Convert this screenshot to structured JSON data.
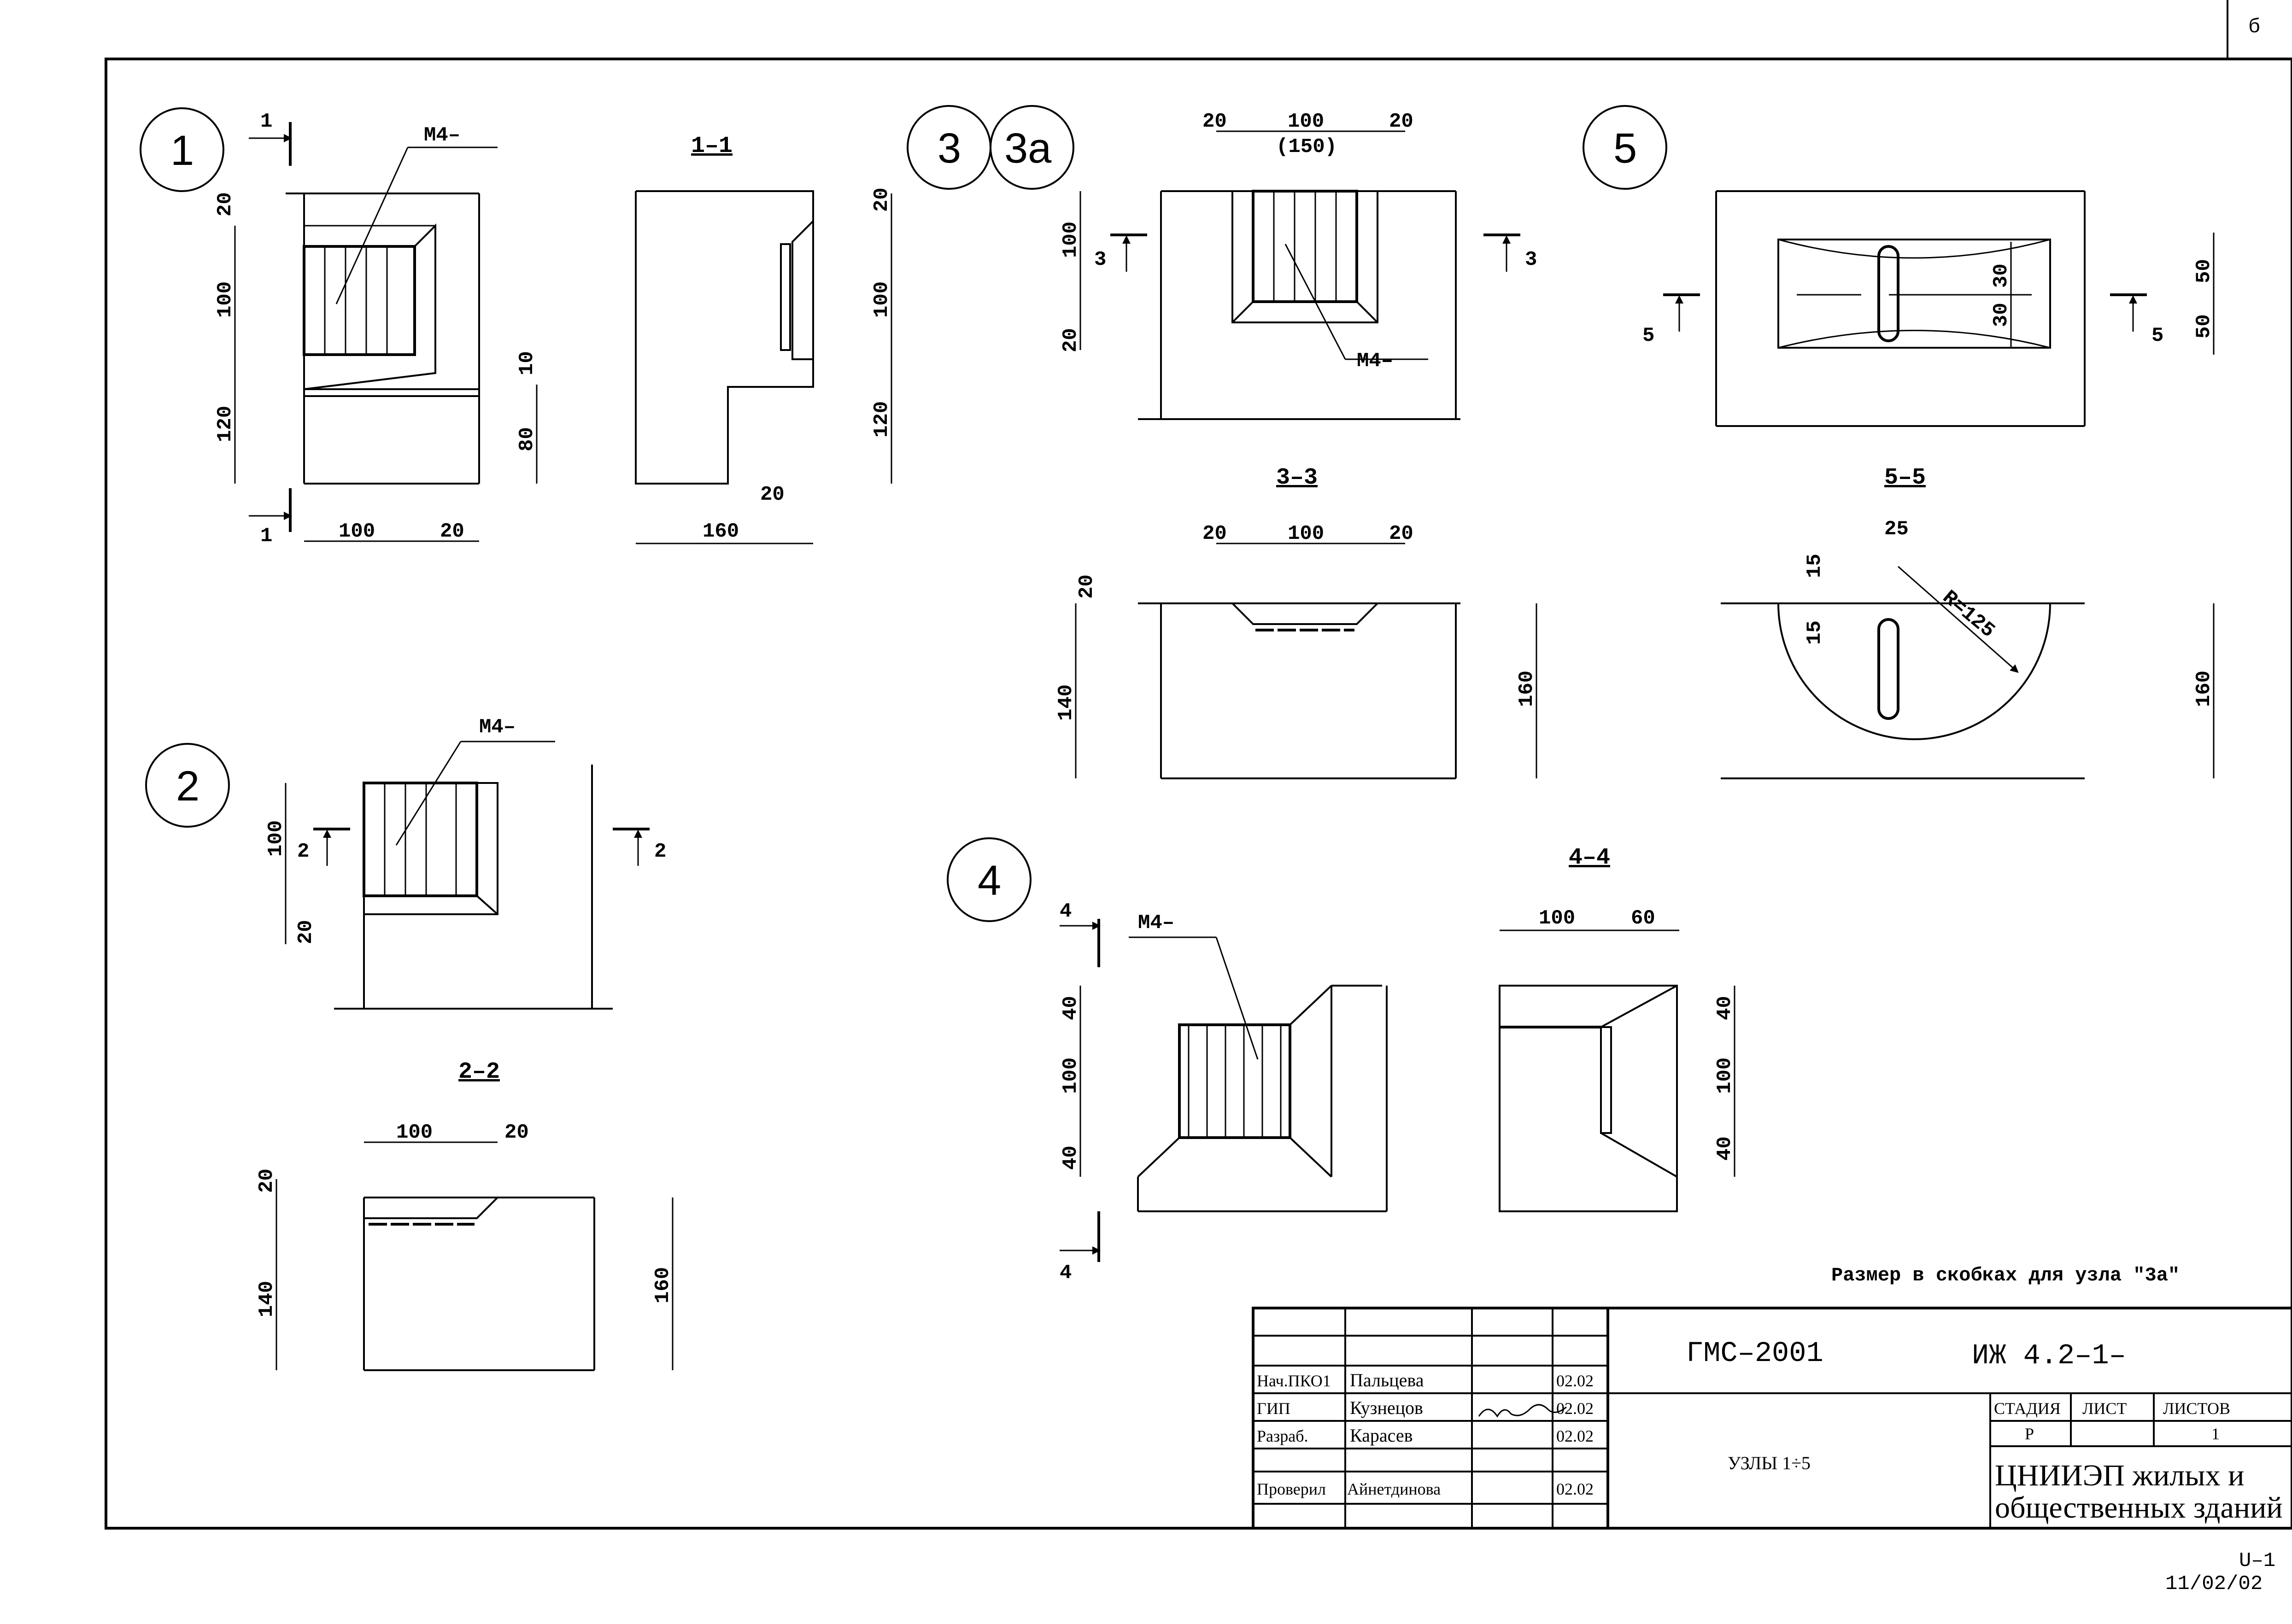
{
  "sheet_corner": "б",
  "nodes": {
    "n1": "1",
    "n2": "2",
    "n3": "3",
    "n3a": "3а",
    "n4": "4",
    "n5": "5"
  },
  "sections": {
    "s11": "1–1",
    "s22": "2–2",
    "s33": "3–3",
    "s44": "4–4",
    "s55": "5–5"
  },
  "cut_marks": {
    "c1": "1",
    "c2": "2",
    "c3": "3",
    "c4": "4",
    "c5": "5"
  },
  "embedded_label": "М4–",
  "dims": {
    "d20": "20",
    "d100": "100",
    "d120": "120",
    "d10": "10",
    "d80": "80",
    "d160": "160",
    "d150": "(150)",
    "d140": "140",
    "d40": "40",
    "d60": "60",
    "d30": "30",
    "d50": "50",
    "d25": "25",
    "d15": "15",
    "radius": "R=125"
  },
  "note": "Размер в скобках для узла \"3а\"",
  "title_block": {
    "project_code": "ГМС–2001",
    "doc_code": "ИЖ 4.2–1–",
    "sheet_title": "УЗЛЫ 1÷5",
    "organization_line1": "ЦНИИЭП жилых и",
    "organization_line2": "общественных зданий",
    "headers": {
      "stage": "СТАДИЯ",
      "sheet": "ЛИСТ",
      "sheets": "ЛИСТОВ"
    },
    "values": {
      "stage": "Р",
      "sheets": "1"
    },
    "rows": [
      {
        "role": "Нач.ПКО1",
        "name": "Пальцева",
        "date": "02.02"
      },
      {
        "role": "ГИП",
        "name": "Кузнецов",
        "date": "02.02"
      },
      {
        "role": "Разраб.",
        "name": "Карасев",
        "date": "02.02"
      },
      {
        "role": "Проверил",
        "name": "Айнетдинова",
        "date": "02.02"
      }
    ]
  },
  "footer": {
    "code": "U–1",
    "date": "11/02/02"
  }
}
